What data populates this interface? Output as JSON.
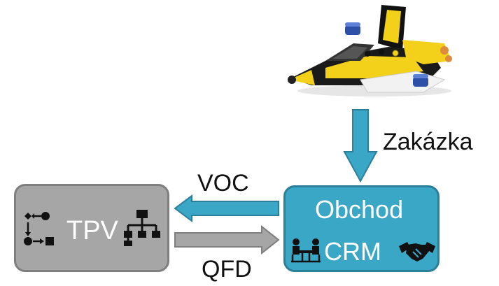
{
  "arrows": {
    "down_label": "Zakázka",
    "left_label": "VOC",
    "right_label": "QFD"
  },
  "tpv_box": {
    "label": "TPV",
    "icons": [
      "process-flow-icon",
      "org-chart-icon"
    ]
  },
  "obchod_box": {
    "title": "Obchod",
    "crm_label": "CRM",
    "icons": [
      "meeting-icon",
      "handshake-icon"
    ]
  },
  "image": {
    "name": "lego-jet-model"
  },
  "colors": {
    "teal": "#3ba7c6",
    "teal_dark": "#2b7f99",
    "gray": "#a6a6a6",
    "gray_dark": "#7f7f7f"
  }
}
